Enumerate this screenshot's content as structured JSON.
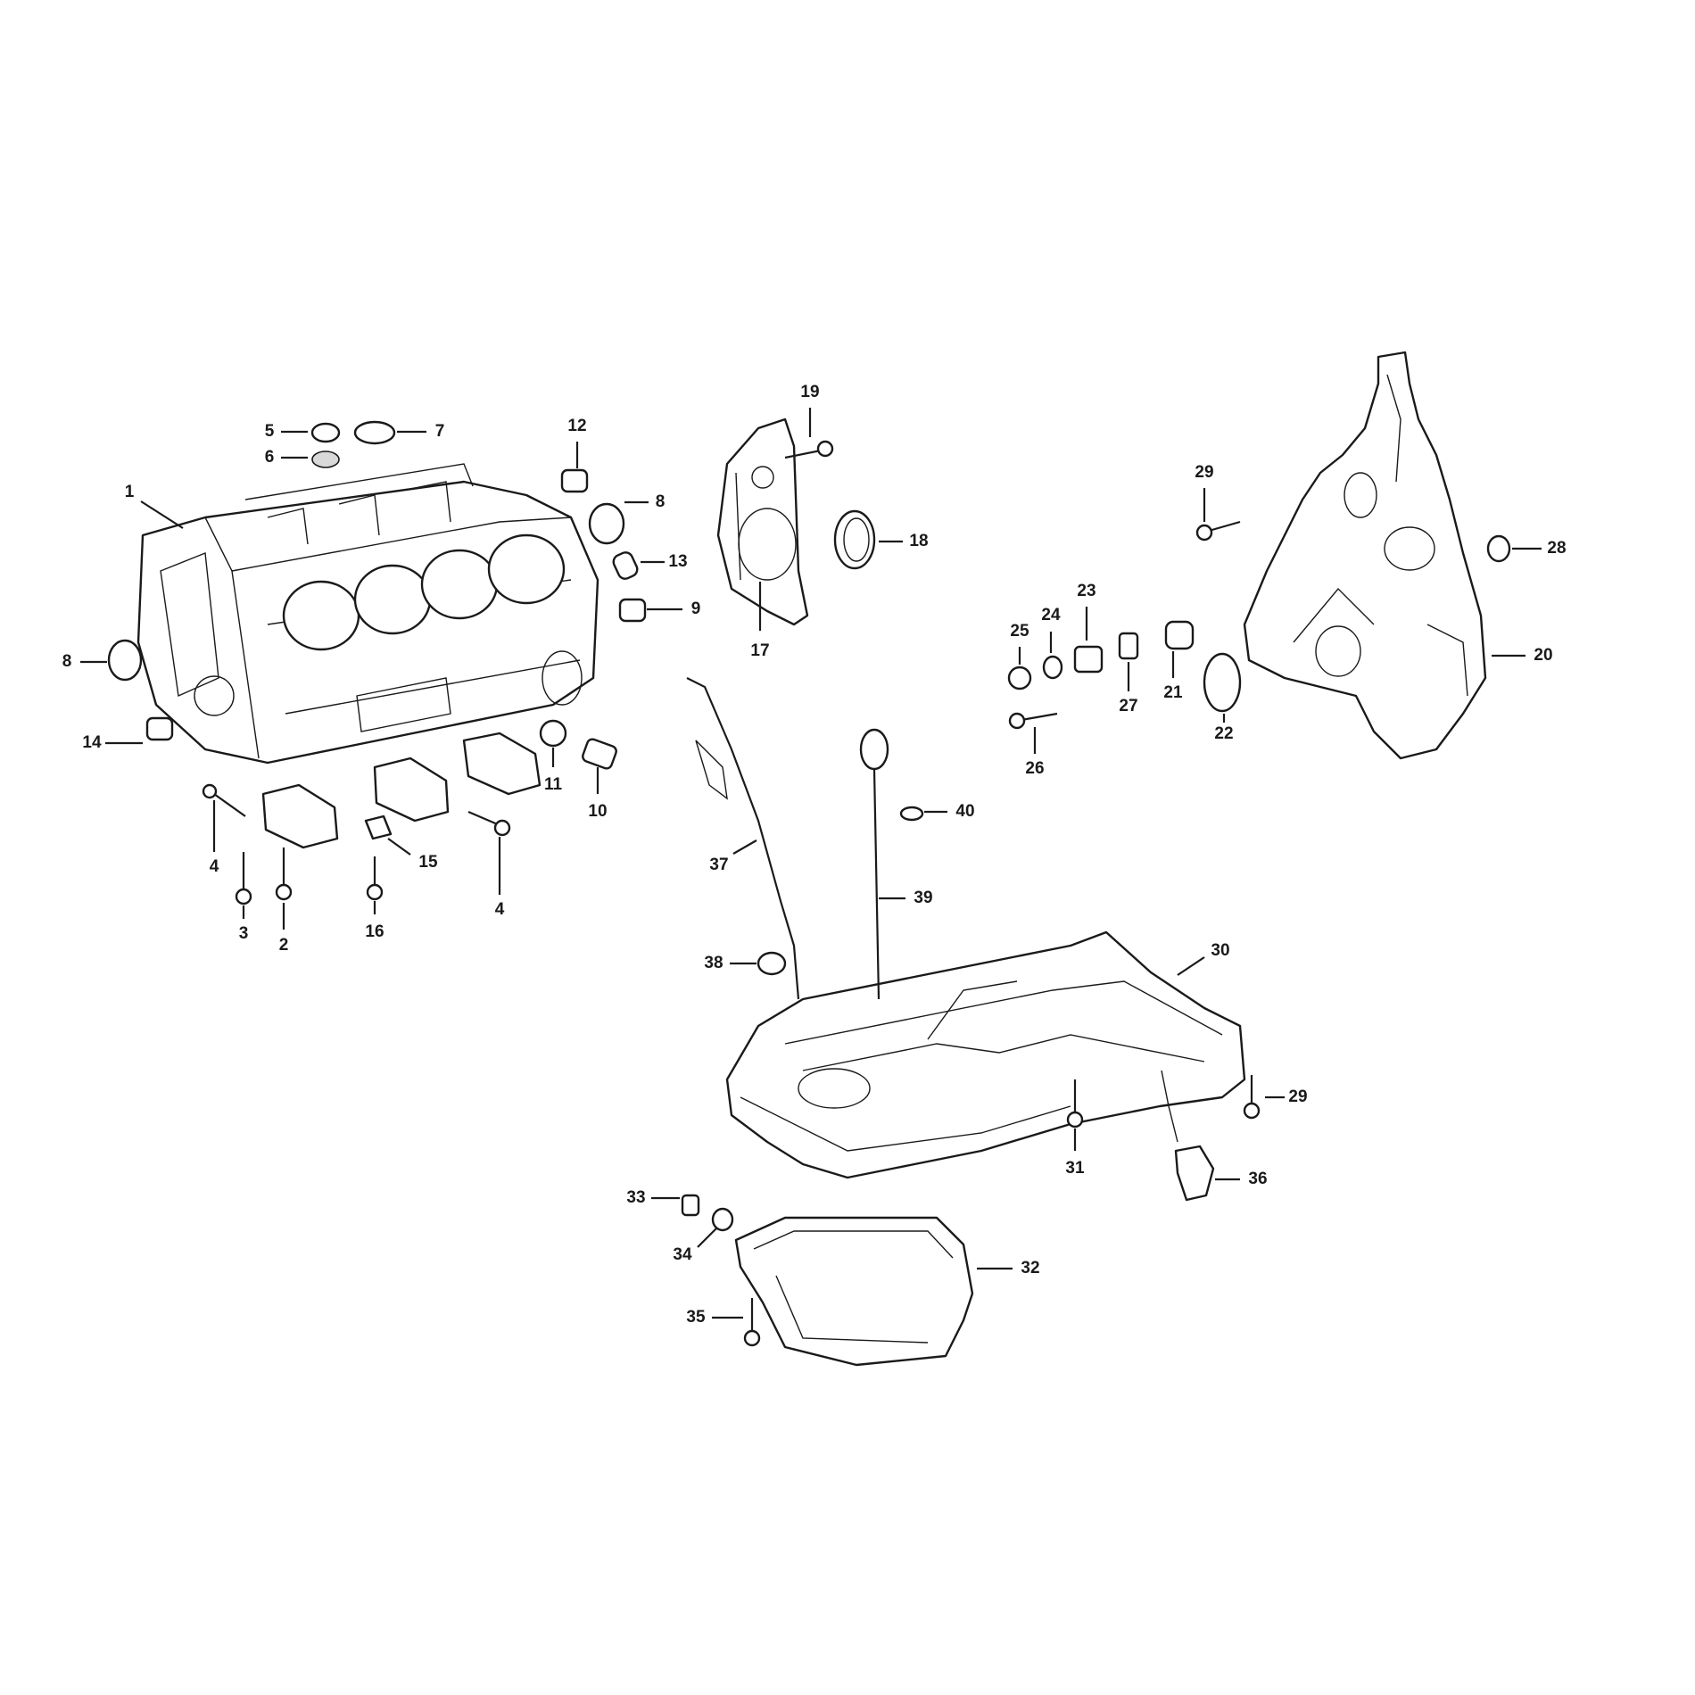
{
  "diagram": {
    "callouts": [
      "1",
      "2",
      "3",
      "4",
      "4",
      "5",
      "6",
      "7",
      "8",
      "8",
      "9",
      "10",
      "11",
      "12",
      "13",
      "14",
      "15",
      "16",
      "17",
      "18",
      "19",
      "20",
      "21",
      "22",
      "23",
      "24",
      "25",
      "26",
      "27",
      "28",
      "29",
      "29",
      "30",
      "31",
      "32",
      "33",
      "34",
      "35",
      "36",
      "37",
      "38",
      "39",
      "40"
    ]
  },
  "colors": {
    "ink": "#1a1a1a",
    "background": "#ffffff",
    "shade": "#d9d9d9"
  }
}
